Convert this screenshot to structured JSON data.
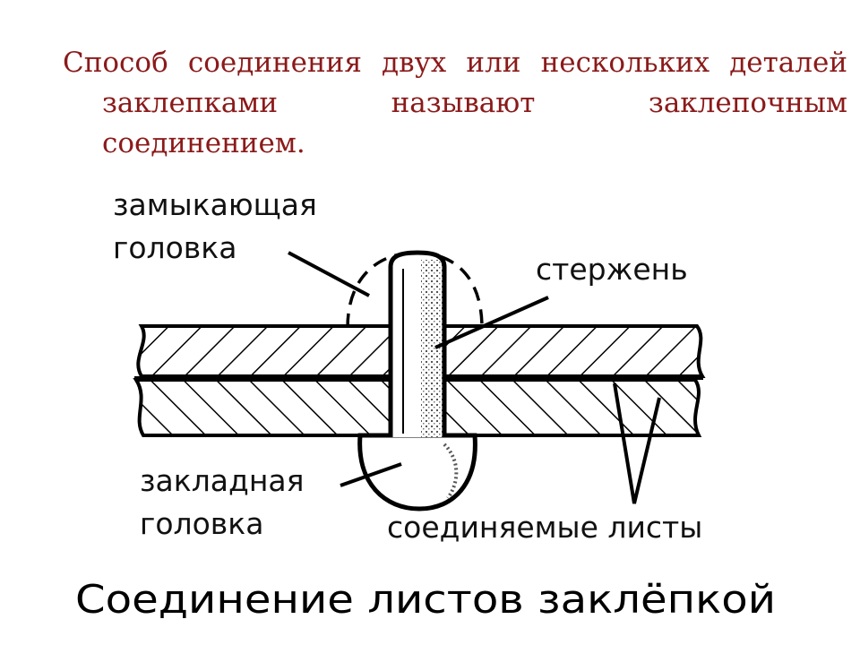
{
  "intro_text": "Способ соединения двух или нескольких деталей заклепками называют заклепочным соединением.",
  "labels": {
    "closing_head": [
      "замыкающая",
      "головка"
    ],
    "shank": "стержень",
    "embedded_head": [
      "закладная",
      "головка"
    ],
    "joined_sheets": "соединяемые листы"
  },
  "caption": "Соединение листов заклёпкой",
  "colors": {
    "intro_text": "#8b1a1a",
    "lines": "#000000"
  }
}
